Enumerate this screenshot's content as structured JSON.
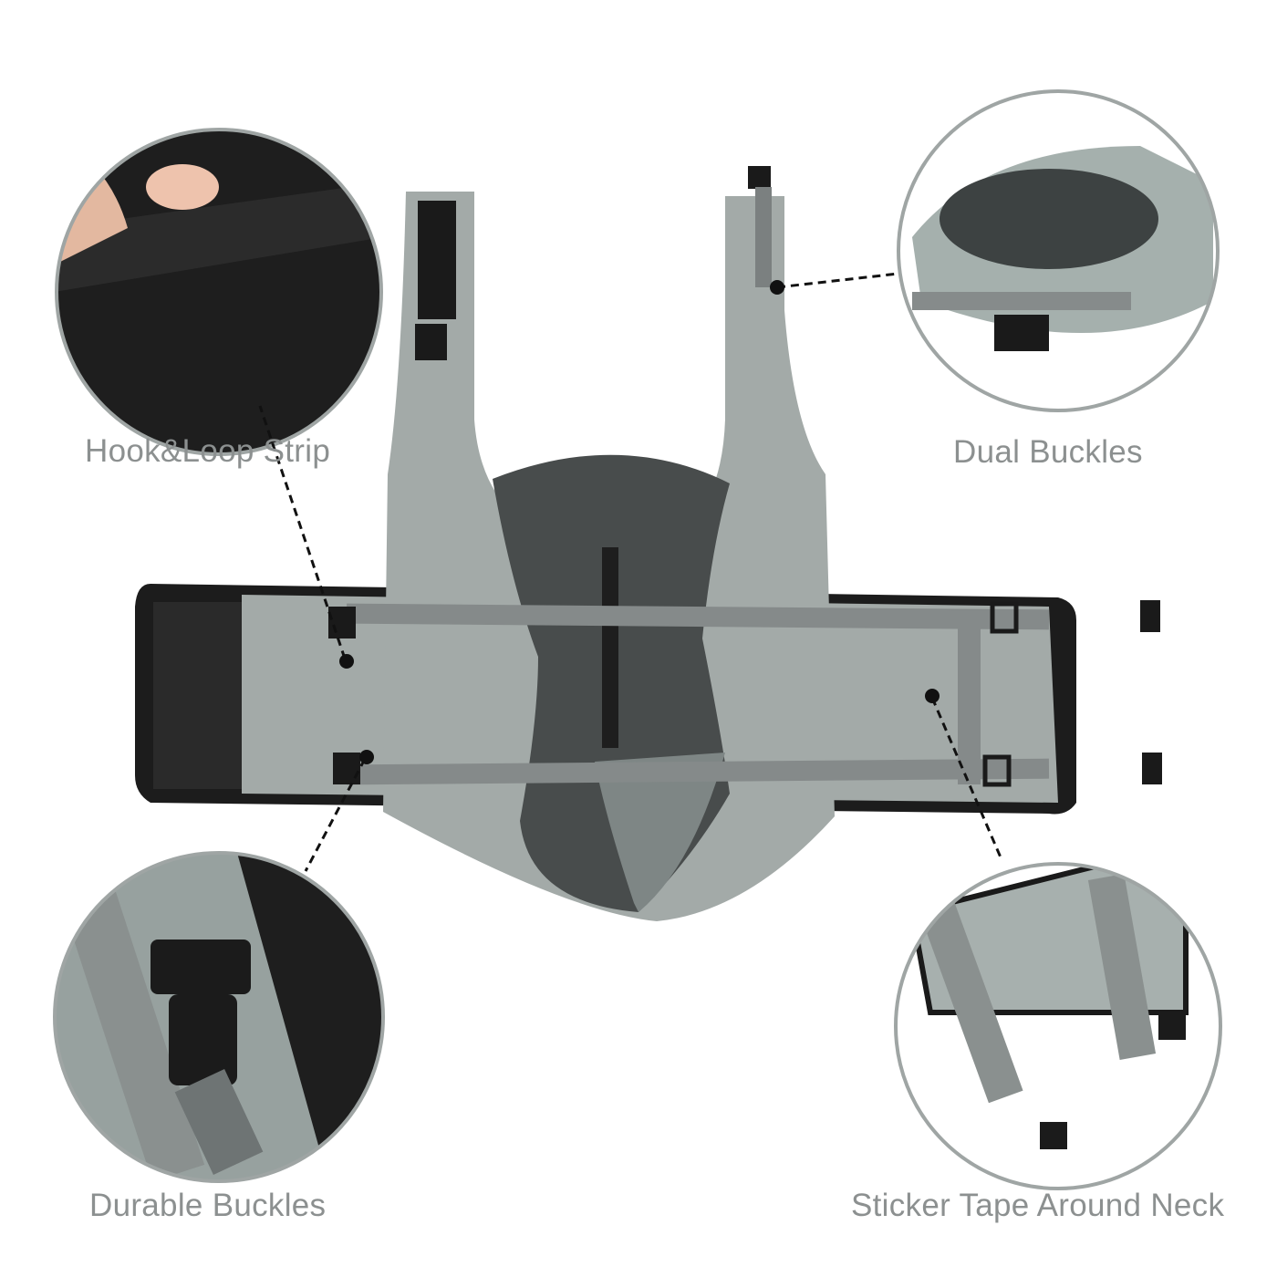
{
  "labels": {
    "hook_loop": "Hook&Loop Strip",
    "dual_buckles": "Dual Buckles",
    "durable_buckles": "Durable Buckles",
    "sticker_tape": "Sticker Tape Around Neck"
  },
  "colors": {
    "text": "#8c9090",
    "circle_border": "#9fa5a4",
    "vest_light": "#a3aaa8",
    "vest_dark": "#4a4d4d",
    "strap": "#7f8484",
    "trim": "#1c1c1c"
  }
}
